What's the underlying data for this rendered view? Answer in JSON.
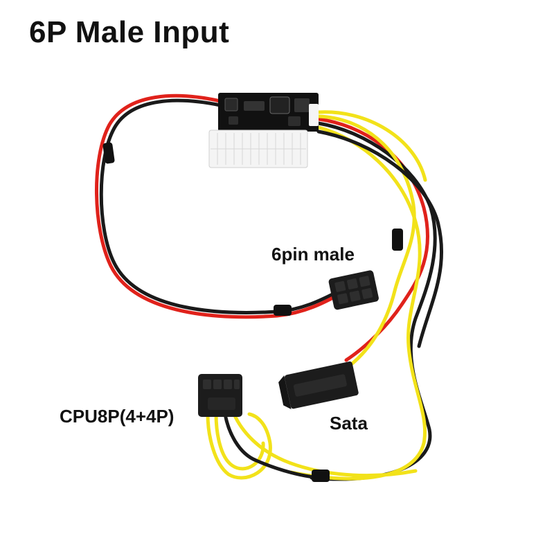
{
  "title": "6P Male Input",
  "labels": {
    "six_pin": "6pin male",
    "cpu": "CPU8P(4+4P)",
    "sata": "Sata"
  },
  "colors": {
    "wire_red": "#e0221b",
    "wire_black": "#1a1a1a",
    "wire_yellow": "#f2e21a",
    "connector_black": "#1c1c1c",
    "pcb": "#111111"
  }
}
